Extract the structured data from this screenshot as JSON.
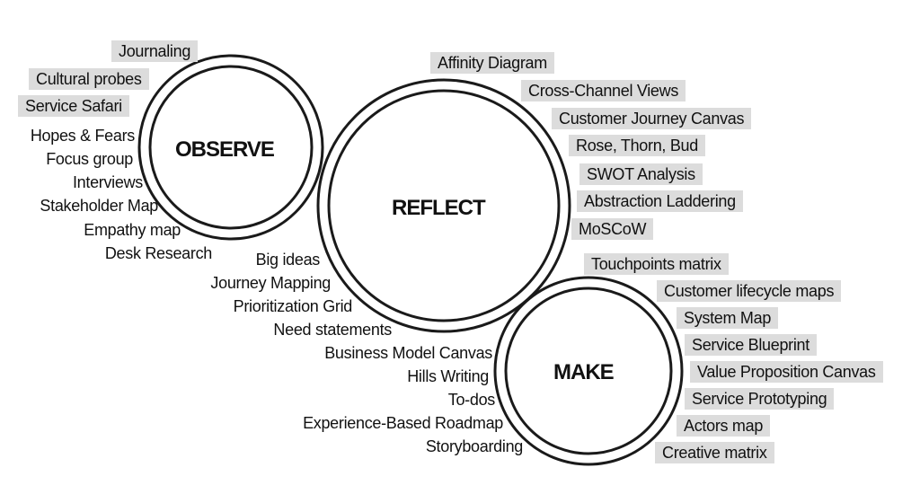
{
  "circles": {
    "observe": {
      "label": "OBSERVE"
    },
    "reflect": {
      "label": "REFLECT"
    },
    "make": {
      "label": "MAKE"
    }
  },
  "observe_methods": {
    "highlighted": [
      "Journaling",
      "Cultural probes",
      "Service Safari"
    ],
    "plain": [
      "Hopes & Fears",
      "Focus group",
      "Interviews",
      "Stakeholder Map",
      "Empathy map",
      "Desk Research"
    ]
  },
  "reflect_methods": {
    "highlighted": [
      "Affinity Diagram",
      "Cross-Channel Views",
      "Customer Journey Canvas",
      "Rose, Thorn, Bud",
      "SWOT Analysis",
      "Abstraction Laddering",
      "MoSCoW"
    ],
    "plain": [
      "Big ideas",
      "Journey Mapping",
      "Prioritization Grid",
      "Need statements",
      "Business Model Canvas",
      "Hills Writing",
      "To-dos",
      "Experience-Based Roadmap",
      "Storyboarding"
    ]
  },
  "make_methods": {
    "highlighted": [
      "Touchpoints matrix",
      "Customer lifecycle maps",
      "System Map",
      "Service Blueprint",
      "Value Proposition Canvas",
      "Service Prototyping",
      "Actors map",
      "Creative matrix"
    ]
  },
  "colors": {
    "highlight": "#dcdcdc",
    "ring": "#1a1a1a",
    "ring_fill": "#ffffff"
  }
}
